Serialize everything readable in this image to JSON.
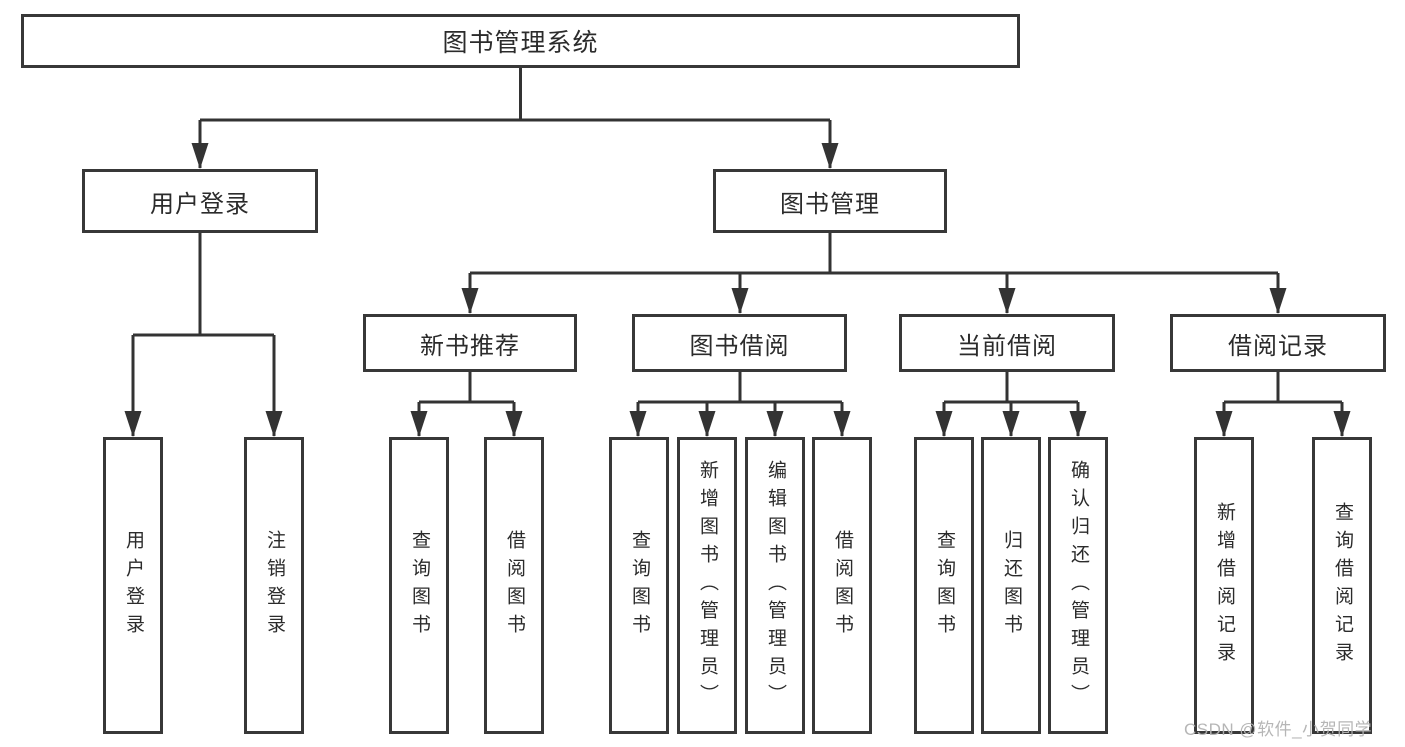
{
  "colors": {
    "line": "#333333",
    "box_border": "#383838",
    "text": "#2b2b2b",
    "watermark": "#b2b2b2",
    "background": "#ffffff"
  },
  "watermark": {
    "text": "CSDN @软件_小贺同学"
  },
  "diagram": {
    "root": {
      "label": "图书管理系统"
    },
    "branches": [
      {
        "label": "用户登录",
        "children": [
          {
            "label": "用户登录"
          },
          {
            "label": "注销登录"
          }
        ]
      },
      {
        "label": "图书管理",
        "children": [
          {
            "label": "新书推荐",
            "children": [
              {
                "label": "查询图书"
              },
              {
                "label": "借阅图书"
              }
            ]
          },
          {
            "label": "图书借阅",
            "children": [
              {
                "label": "查询图书"
              },
              {
                "label": "新增图书（管理员）"
              },
              {
                "label": "编辑图书（管理员）"
              },
              {
                "label": "借阅图书"
              }
            ]
          },
          {
            "label": "当前借阅",
            "children": [
              {
                "label": "查询图书"
              },
              {
                "label": "归还图书"
              },
              {
                "label": "确认归还（管理员）"
              }
            ]
          },
          {
            "label": "借阅记录",
            "children": [
              {
                "label": "新增借阅记录"
              },
              {
                "label": "查询借阅记录"
              }
            ]
          }
        ]
      }
    ]
  }
}
